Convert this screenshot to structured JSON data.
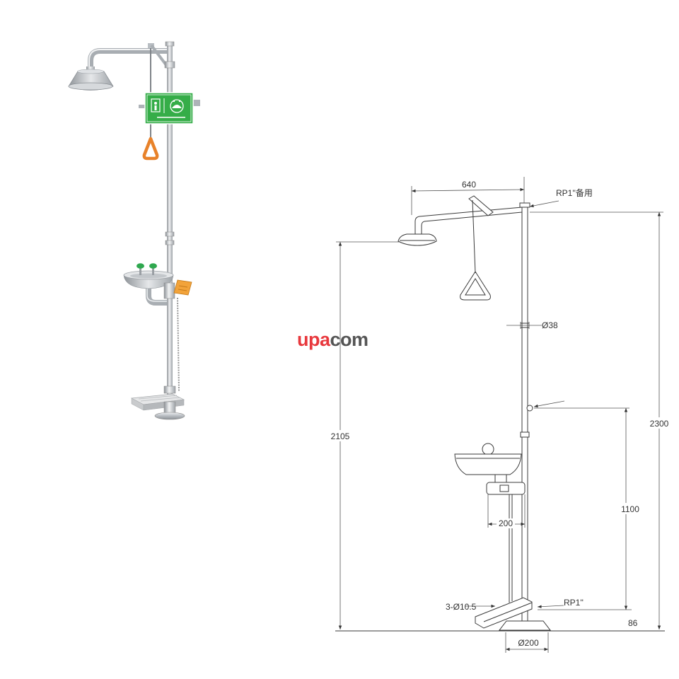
{
  "logo": {
    "part1": "upa",
    "part2": "com",
    "color1": "#e8383d",
    "color2": "#555555"
  },
  "dimensions": {
    "arm_length": "640",
    "spare_inlet": "RP1''备用",
    "pipe_diameter": "Ø38",
    "shower_height": "2105",
    "total_height": "2300",
    "inlet_height": "1100",
    "bowl_offset": "200",
    "base_holes": "3-Ø10.5",
    "main_inlet": "RP1''",
    "bottom_inlet_height": "86",
    "base_diameter": "Ø200"
  },
  "colors": {
    "sign_green": "#35ad48",
    "handle_orange": "#e8822a",
    "paddle_orange": "#f2a33a",
    "nozzle_green": "#2fa84f",
    "steel": "#c3c7cb"
  }
}
